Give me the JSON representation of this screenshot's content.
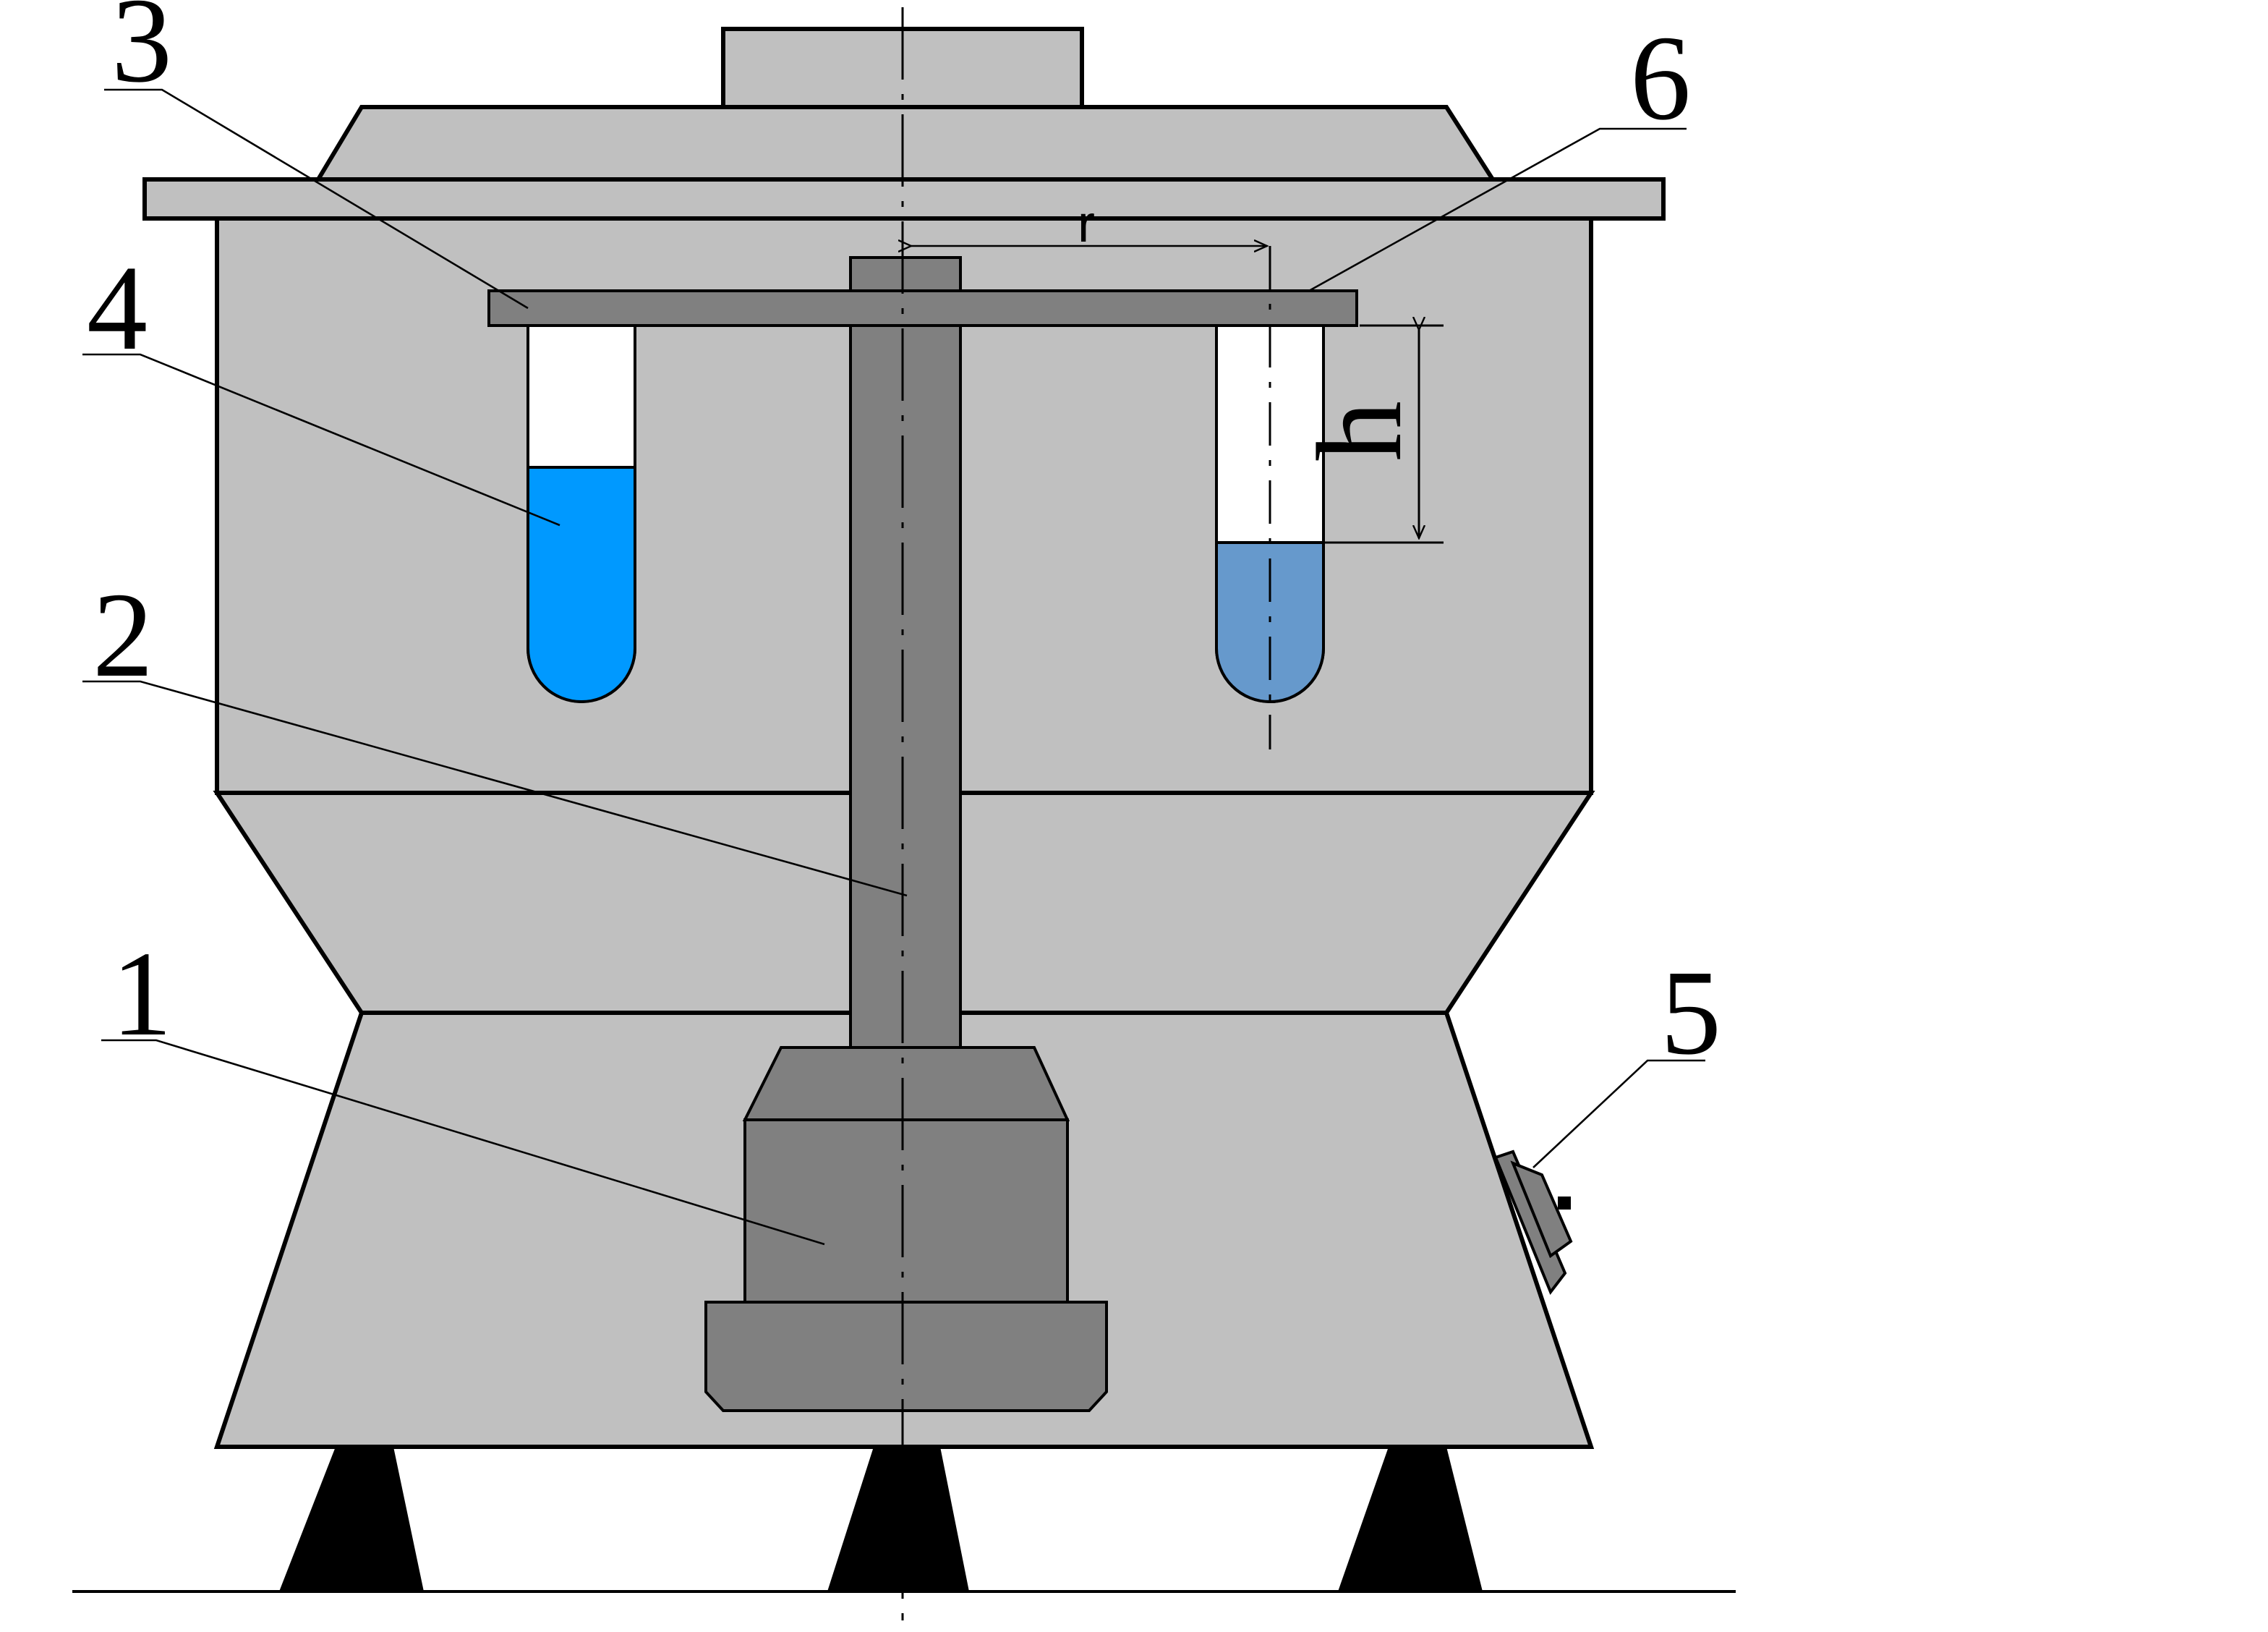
{
  "colors": {
    "housing": "#c0c0c0",
    "part_dark": "#808080",
    "outline": "#000000",
    "liquid_bright": "#0099ff",
    "liquid_muted": "#6699cc",
    "feet": "#000000",
    "background": "#ffffff"
  },
  "parts": {
    "p1": "1",
    "p2": "2",
    "p3": "3",
    "p4": "4",
    "p5": "5",
    "p6": "6"
  },
  "dimensions": {
    "radius": "r",
    "height": "h"
  }
}
